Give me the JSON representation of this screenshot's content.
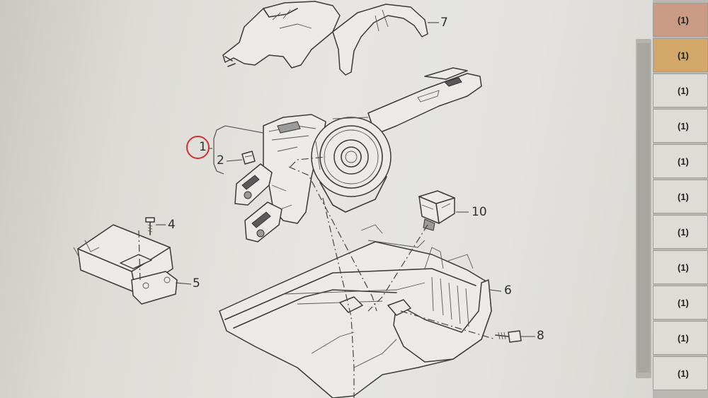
{
  "diagram": {
    "callouts": [
      "1",
      "2",
      "4",
      "5",
      "6",
      "7",
      "8",
      "10"
    ],
    "highlight_color": "#d23030"
  },
  "quantity_column": {
    "rows": [
      {
        "label": "(1)",
        "color": "#c99a84"
      },
      {
        "label": "(1)",
        "color": "#d2a768"
      },
      {
        "label": "(1)",
        "color": "#dedcd7"
      },
      {
        "label": "(1)",
        "color": "#dedcd7"
      },
      {
        "label": "(1)",
        "color": "#dedcd7"
      },
      {
        "label": "(1)",
        "color": "#dedcd7"
      },
      {
        "label": "(1)",
        "color": "#dedcd7"
      },
      {
        "label": "(1)",
        "color": "#dedcd7"
      },
      {
        "label": "(1)",
        "color": "#dedcd7"
      },
      {
        "label": "(1)",
        "color": "#dedcd7"
      },
      {
        "label": "(1)",
        "color": "#dedcd7"
      }
    ]
  }
}
